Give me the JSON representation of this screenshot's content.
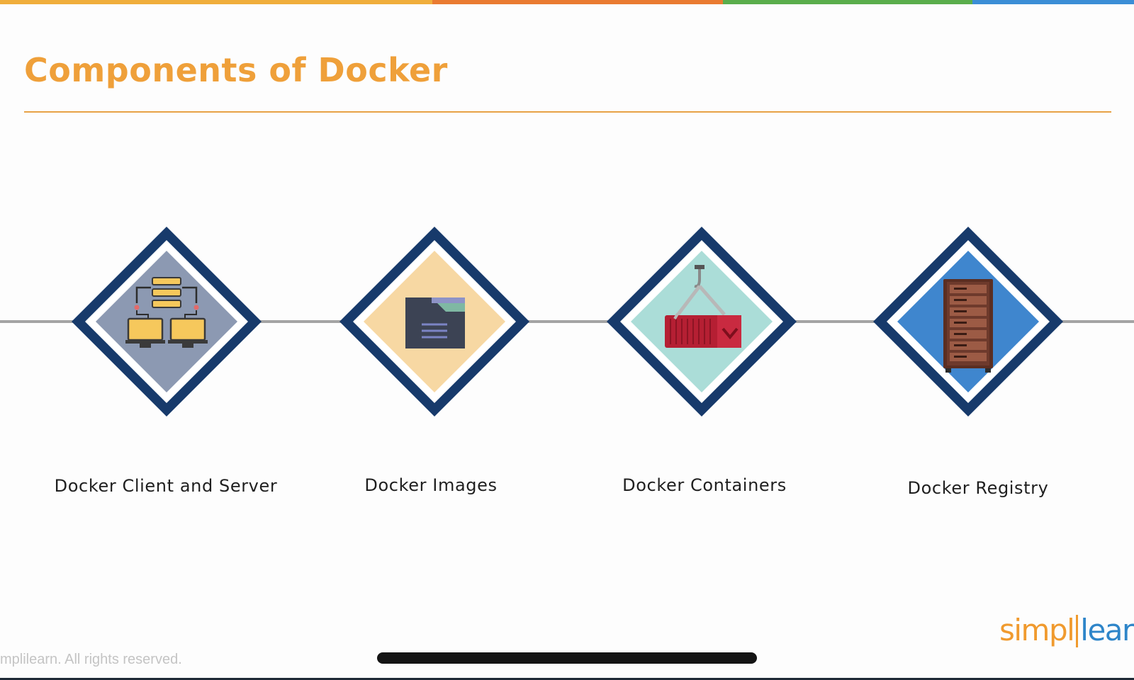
{
  "slide": {
    "title": "Components of Docker",
    "top_bar_colors": [
      "#F0AE3C",
      "#EA7B31",
      "#5AAE4C",
      "#3B8ED6"
    ],
    "accent_color": "#EFA03A",
    "diamond_border_color": "#173A6B"
  },
  "components": [
    {
      "label": "Docker Client and Server",
      "icon": "client-server-icon",
      "fill": "#8C99B2"
    },
    {
      "label": "Docker Images",
      "icon": "docker-image-icon",
      "fill": "#F7D8A3"
    },
    {
      "label": "Docker Containers",
      "icon": "shipping-container-icon",
      "fill": "#ABDDD8"
    },
    {
      "label": "Docker Registry",
      "icon": "server-rack-icon",
      "fill": "#3F86CE"
    }
  ],
  "footer": {
    "copyright": "mplilearn. All rights reserved.",
    "logo_part1": "simpl",
    "logo_part2": "learn"
  }
}
